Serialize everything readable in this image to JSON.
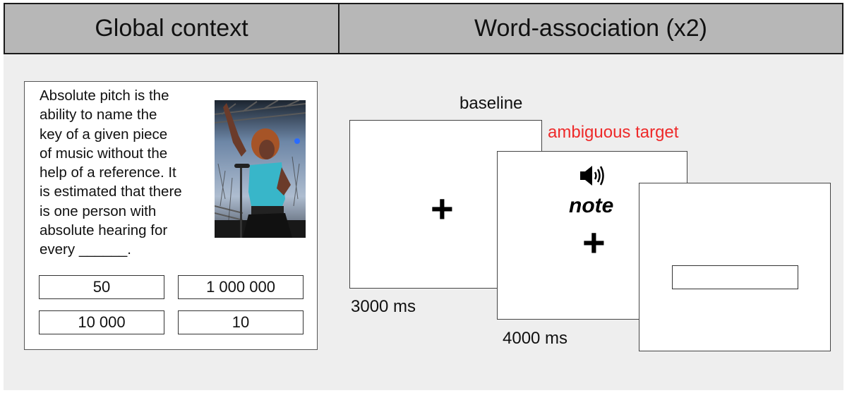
{
  "header": {
    "left_title": "Global context",
    "right_title": "Word-association (x2)"
  },
  "global_context": {
    "passage_lines": [
      "Absolute pitch is the",
      "ability to name the",
      "key of a given piece",
      "of music without the",
      "help of a reference. It",
      "is estimated that there",
      "is one person with",
      "absolute hearing for",
      "every ______."
    ],
    "image": "photo-singer-on-stage",
    "choices": [
      "50",
      "1 000 000",
      "10 000",
      "10"
    ]
  },
  "word_association": {
    "baseline_label": "baseline",
    "baseline_duration": "3000 ms",
    "baseline_fixation": "+",
    "target_label": "ambiguous target",
    "target_label_color": "#ee2a2a",
    "target_icon": "speaker-icon",
    "target_word": "note",
    "target_fixation": "+",
    "target_duration": "4000 ms",
    "response_screen": "text-input-box"
  },
  "colors": {
    "header_bg": "#b7b7b7",
    "panel_bg": "#eeeeee",
    "accent_red": "#ee2a2a"
  }
}
